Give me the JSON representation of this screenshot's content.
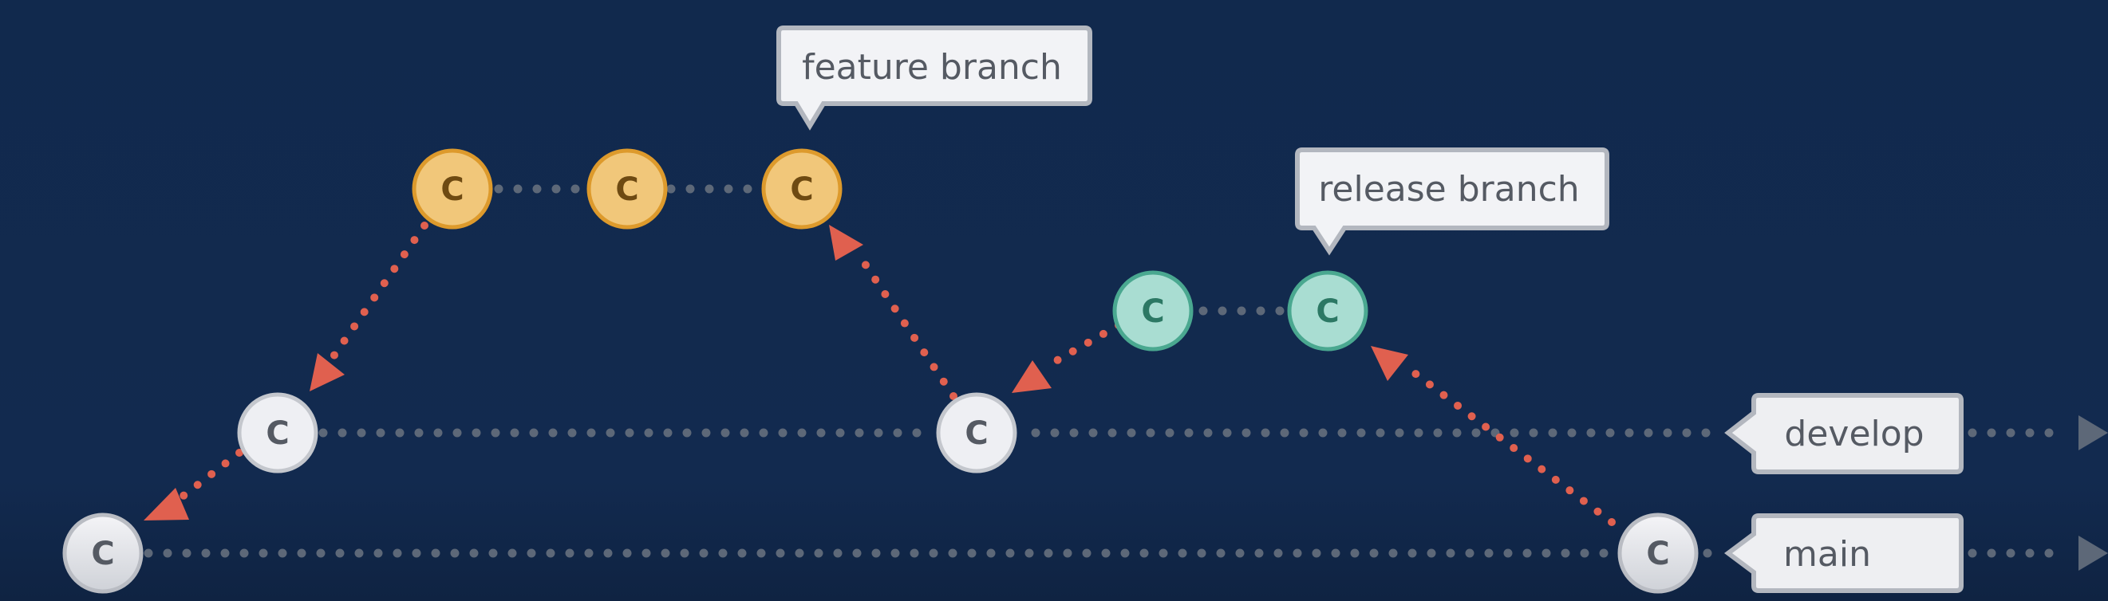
{
  "colors": {
    "background": "#11294d",
    "dots": "#5d6878",
    "arrow": "#e0604f",
    "commit_text": "#555a63",
    "label_text": "#555a63",
    "feature_fill": "#f1c77a",
    "feature_stroke": "#dd9a2c",
    "feature_text": "#6e4a12",
    "release_fill": "#a9ddd2",
    "release_stroke": "#4aa890",
    "release_text": "#2c7864",
    "mainline_fill": "#eeeff3",
    "mainline_stroke": "#c4c7cd"
  },
  "commit_letter": "C",
  "labels": {
    "feature": "feature branch",
    "release": "release branch",
    "develop": "develop",
    "main": "main"
  }
}
